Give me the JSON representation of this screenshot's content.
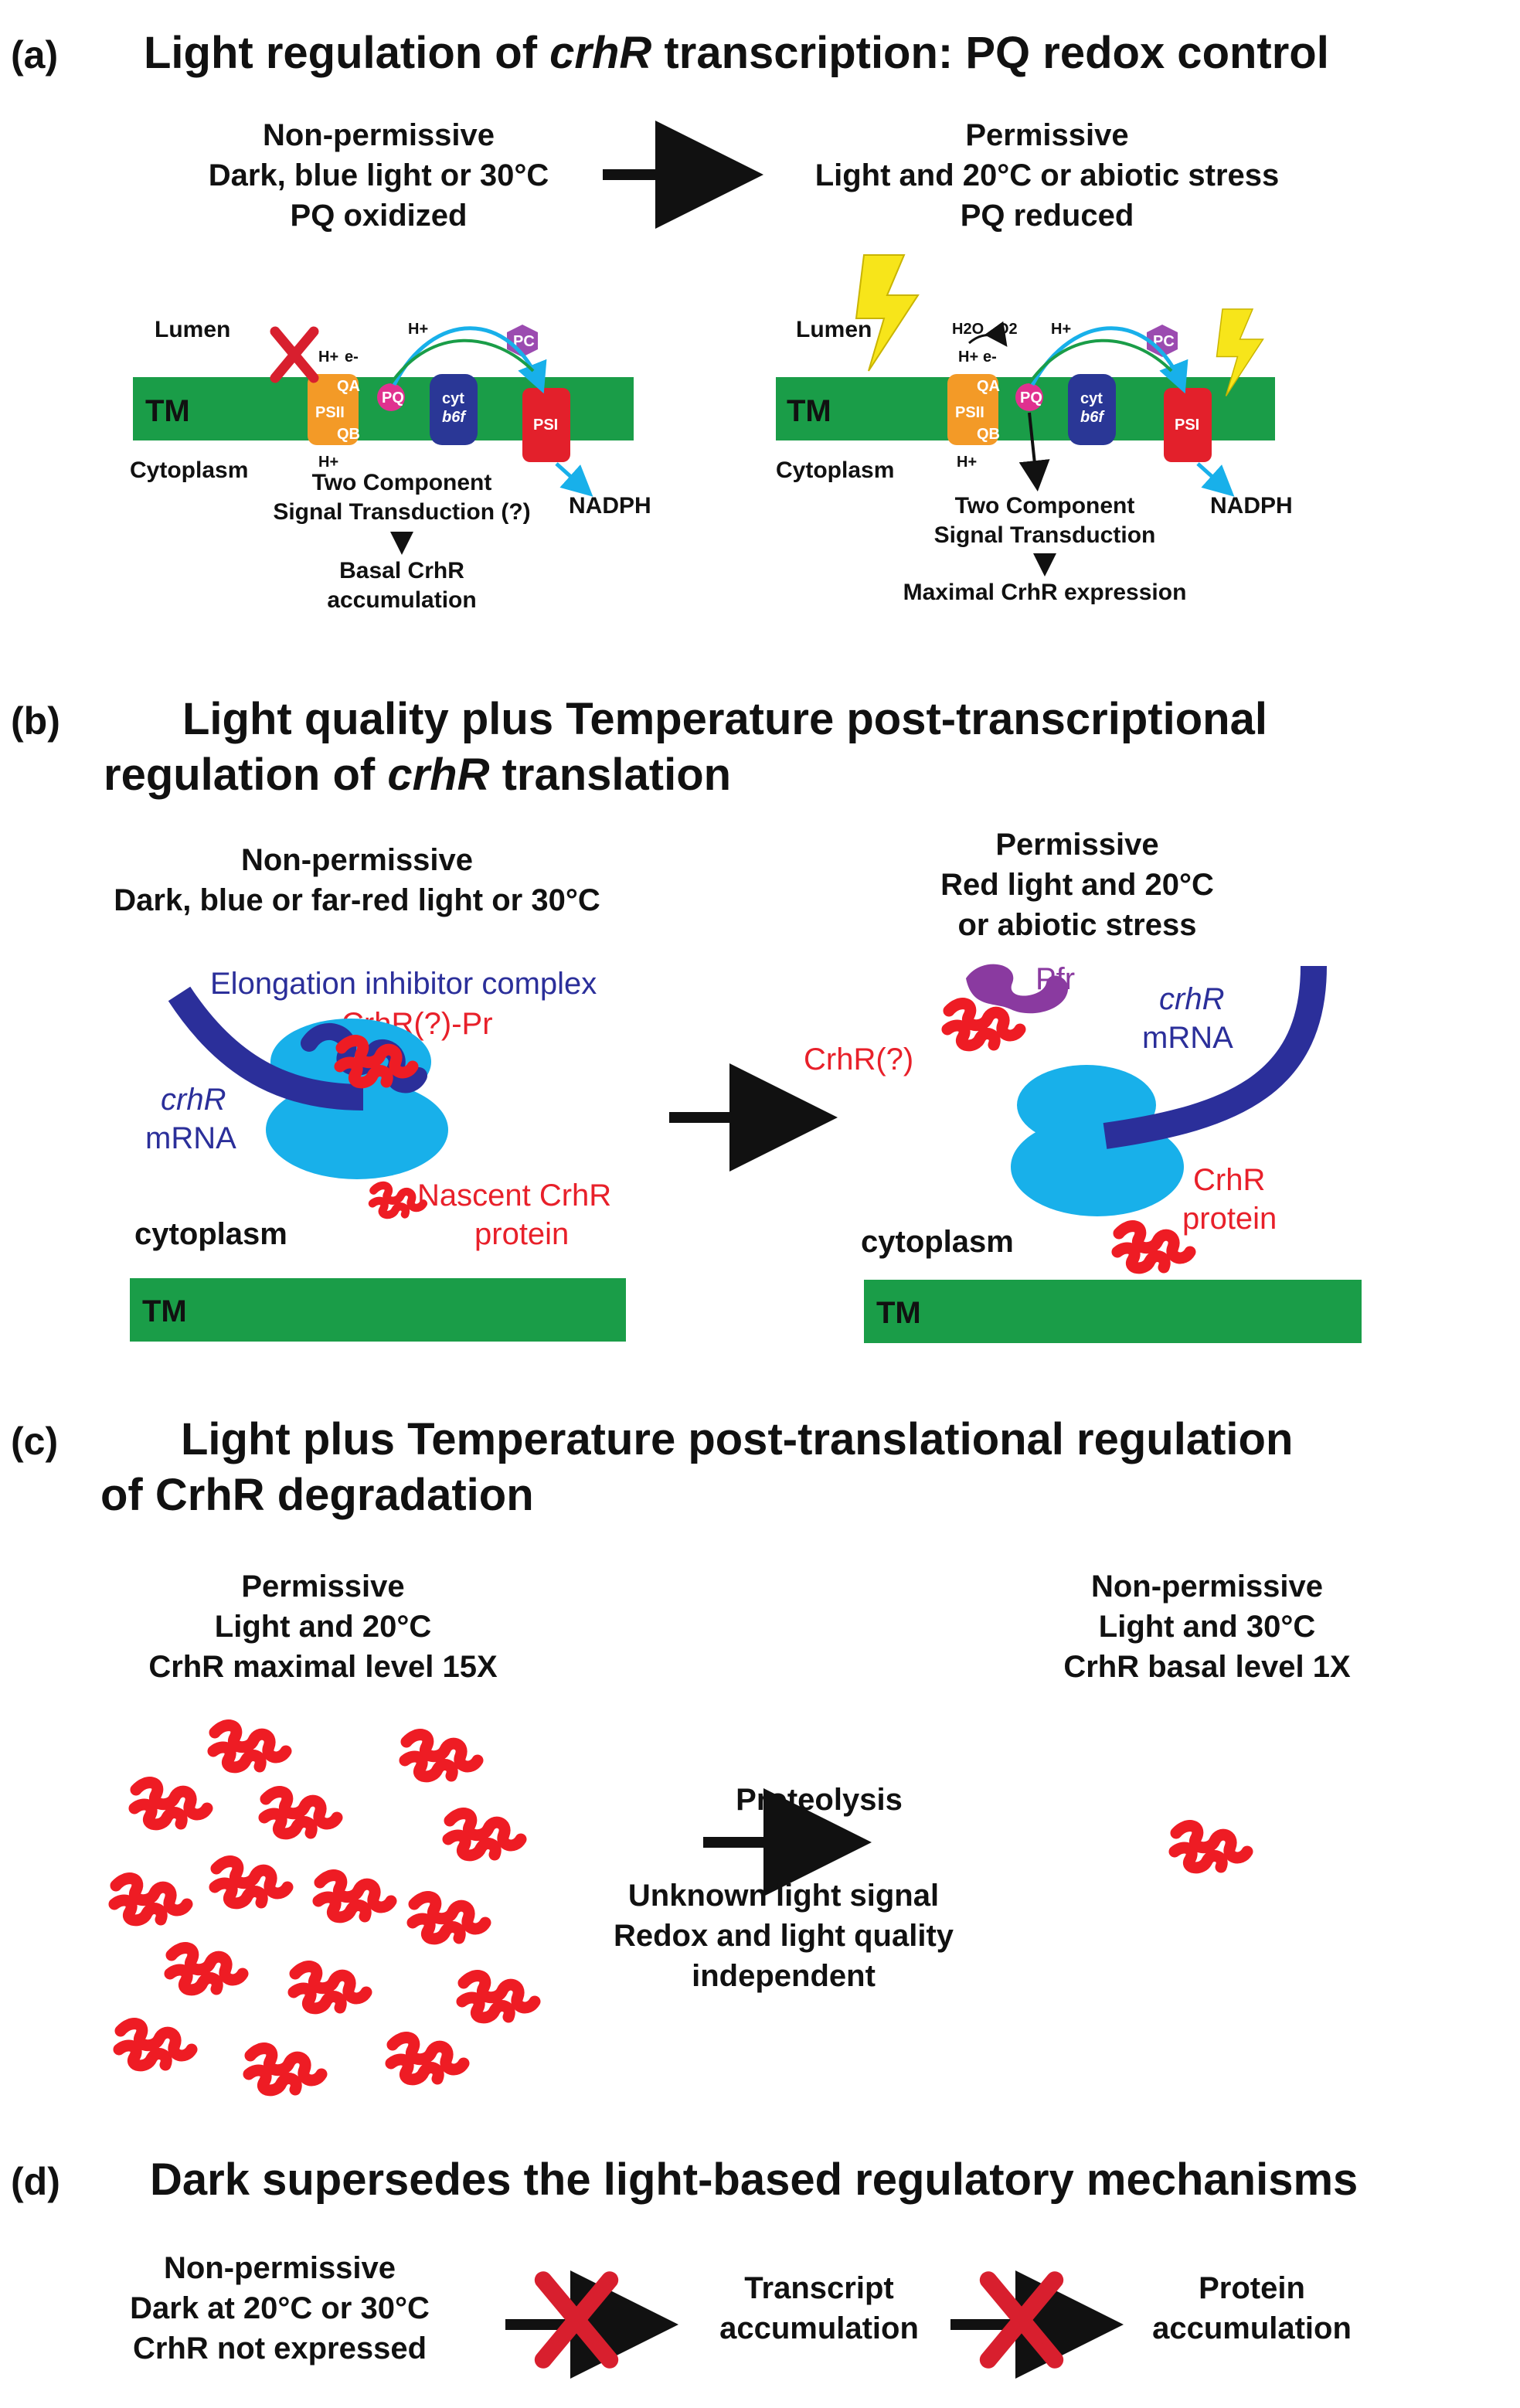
{
  "panel_a": {
    "label": "(a)",
    "title_pre": "Light regulation of ",
    "title_gene": "crhR",
    "title_post": " transcription: PQ redox control",
    "left_cond": [
      "Non-permissive",
      "Dark, blue light or 30°C",
      "PQ oxidized"
    ],
    "right_cond": [
      "Permissive",
      "Light and 20°C or abiotic stress",
      "PQ reduced"
    ],
    "lumen": "Lumen",
    "cytoplasm": "Cytoplasm",
    "tm": "TM",
    "psii": "PSII",
    "qa": "QA",
    "qb": "QB",
    "pq": "PQ",
    "cyt": "cyt",
    "b6f": "b6f",
    "pc": "PC",
    "psi": "PSI",
    "hplus": "H+",
    "eminus": "e-",
    "h2o": "H2O",
    "o2": "O2",
    "nadph": "NADPH",
    "left_signal": [
      "Two Component",
      "Signal Transduction (?)"
    ],
    "left_result": [
      "Basal CrhR",
      "accumulation"
    ],
    "right_signal": [
      "Two Component",
      "Signal Transduction"
    ],
    "right_result": "Maximal CrhR expression"
  },
  "panel_b": {
    "label": "(b)",
    "title_line1": "Light quality plus Temperature post-transcriptional",
    "title_line2_pre": "regulation of ",
    "title_line2_gene": "crhR",
    "title_line2_post": " translation",
    "left_cond": [
      "Non-permissive",
      "Dark, blue or far-red light or 30°C"
    ],
    "right_cond": [
      "Permissive",
      "Red light and 20°C",
      "or abiotic stress"
    ],
    "elongation": "Elongation inhibitor complex",
    "crhr_pr": "CrhR(?)-Pr",
    "mrna_gene": "crhR",
    "mrna": "mRNA",
    "nascent": [
      "Nascent CrhR",
      "protein"
    ],
    "cytoplasm": "cytoplasm",
    "tm": "TM",
    "pfr": "Pfr",
    "crhr_q": "CrhR(?)",
    "crhr_protein": [
      "CrhR",
      "protein"
    ]
  },
  "panel_c": {
    "label": "(c)",
    "title_line1": "Light plus Temperature post-translational regulation",
    "title_line2": "of CrhR degradation",
    "left_cond": [
      "Permissive",
      "Light and 20°C",
      "CrhR maximal level 15X"
    ],
    "right_cond": [
      "Non-permissive",
      "Light and 30°C",
      "CrhR basal level 1X"
    ],
    "proteolysis": "Proteolysis",
    "mechanism": [
      "Unknown light signal",
      "Redox and light quality",
      "independent"
    ]
  },
  "panel_d": {
    "label": "(d)",
    "title": "Dark supersedes the light-based regulatory mechanisms",
    "left_cond": [
      "Non-permissive",
      "Dark at 20°C or 30°C",
      "CrhR not expressed"
    ],
    "step1": [
      "Transcript",
      "accumulation"
    ],
    "step2": [
      "Protein",
      "accumulation"
    ]
  },
  "colors": {
    "membrane": "#1a9d48",
    "psii": "#f39a27",
    "pq": "#e0318f",
    "cyt": "#2a3796",
    "pc": "#9b4bb0",
    "psi": "#e3202b",
    "ribosome": "#18b0ea",
    "mrna": "#2b2f9a",
    "protein": "#ee1c24",
    "lightning": "#f7e51a",
    "cross": "#d81f2e"
  }
}
